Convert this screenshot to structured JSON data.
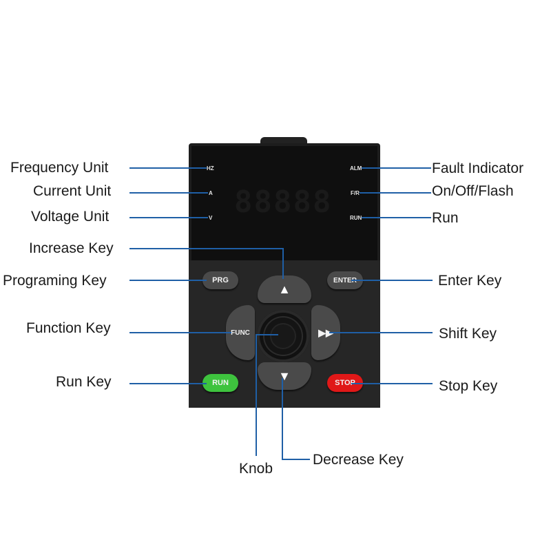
{
  "device": {
    "indicators": {
      "hz": "HZ",
      "a": "A",
      "v": "V",
      "alm": "ALM",
      "fr": "F/R",
      "run": "RUN"
    },
    "keys": {
      "prg": "PRG",
      "enter": "ENTER",
      "func": "FUNC",
      "shift": "▶▶",
      "up": "▲",
      "down": "▼",
      "run": "RUN",
      "stop": "STOP"
    }
  },
  "callouts": {
    "frequency_unit": "Frequency Unit",
    "current_unit": "Current Unit",
    "voltage_unit": "Voltage Unit",
    "increase_key": "Increase Key",
    "programing_key": "Programing Key",
    "function_key": "Function Key",
    "run_key": "Run Key",
    "fault_indicator": "Fault Indicator",
    "on_off_flash": "On/Off/Flash",
    "run": "Run",
    "enter_key": "Enter Key",
    "shift_key": "Shift Key",
    "stop_key": "Stop Key",
    "knob": "Knob",
    "decrease_key": "Decrease Key"
  },
  "colors": {
    "leader_line": "#1f5fa6",
    "run_key": "#3ec33e",
    "stop_key": "#e01818",
    "device_body": "#1d1d1d"
  }
}
